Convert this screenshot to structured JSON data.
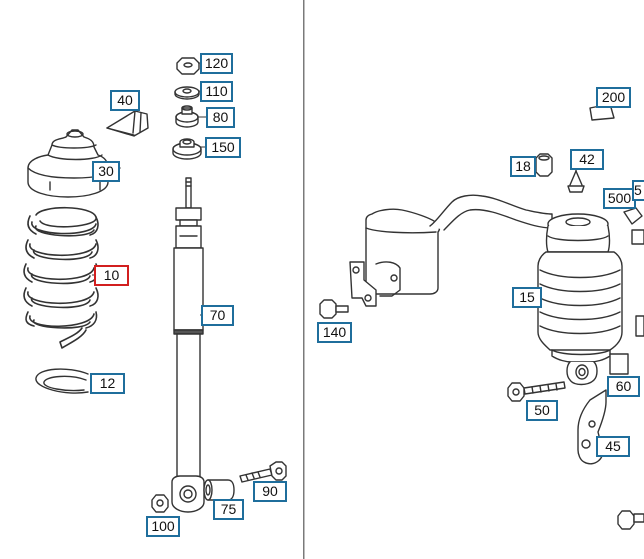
{
  "diagram": {
    "colors": {
      "callout_border": "#1f6e9c",
      "callout_selected_border": "#d21f1f",
      "line": "#333333",
      "panel_divider": "#7a7a7a",
      "fill": "#ffffff"
    },
    "selected_callout": "10",
    "callouts": {
      "c120": "120",
      "c110": "110",
      "c80": "80",
      "c150": "150",
      "c40": "40",
      "c30": "30",
      "c10": "10",
      "c12": "12",
      "c70": "70",
      "c90": "90",
      "c75": "75",
      "c100": "100",
      "c200": "200",
      "c18": "18",
      "c42": "42",
      "c500": "500",
      "c5": "5",
      "c15": "15",
      "c140": "140",
      "c60": "60",
      "c50": "50",
      "c45": "45"
    },
    "part_icons": [
      "top-nut-icon",
      "washer-icon",
      "rubber-mount-icon",
      "bump-stop-icon",
      "coil-spring-icon",
      "spring-seat-icon",
      "shock-absorber-icon",
      "bushing-icon",
      "bolt-icon",
      "air-strut-icon",
      "bracket-icon"
    ]
  }
}
